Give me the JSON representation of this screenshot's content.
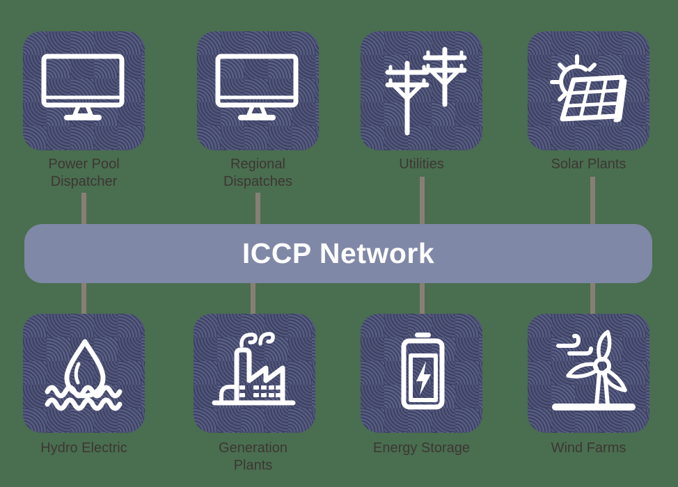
{
  "title": "ICCP Network diagram",
  "colors": {
    "background": "#4a6e50",
    "tile_pattern_base": "#565b80",
    "tile_pattern_arc": "#363a5c",
    "icon": "#ffffff",
    "network_bar": "#7f88a6",
    "network_bar_text": "#fdfdfd",
    "connector": "#877f75",
    "label_text": "#3c3733"
  },
  "network_bar": {
    "label": "ICCP Network"
  },
  "nodes": {
    "top": [
      {
        "label": "Power Pool\nDispatcher",
        "icon": "monitor-icon"
      },
      {
        "label": "Regional\nDispatches",
        "icon": "monitor-icon"
      },
      {
        "label": "Utilities",
        "icon": "utility-poles-icon"
      },
      {
        "label": "Solar Plants",
        "icon": "solar-panel-sun-icon"
      }
    ],
    "bottom": [
      {
        "label": "Hydro Electric",
        "icon": "water-drop-waves-icon"
      },
      {
        "label": "Generation\nPlants",
        "icon": "factory-icon"
      },
      {
        "label": "Energy Storage",
        "icon": "battery-charging-icon"
      },
      {
        "label": "Wind Farms",
        "icon": "wind-turbine-icon"
      }
    ]
  }
}
